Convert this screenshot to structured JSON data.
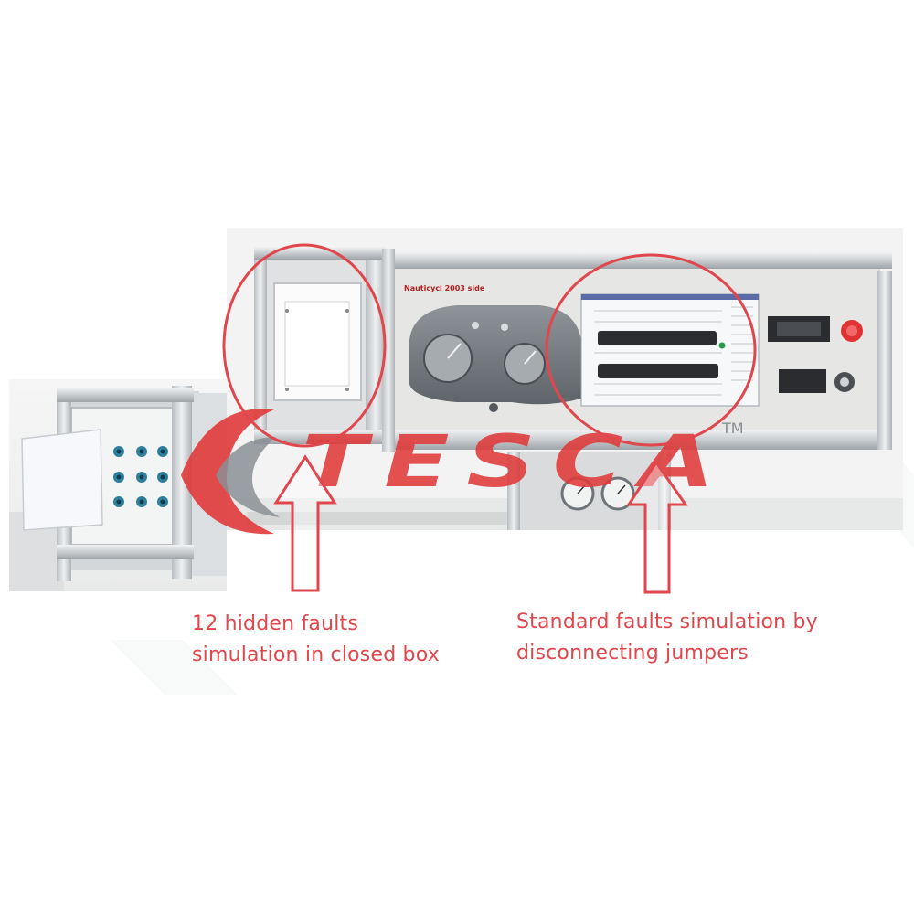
{
  "annotations": {
    "hidden_faults": {
      "line1": "12 hidden faults",
      "line2": "simulation in closed box"
    },
    "standard_faults": {
      "line1": "Standard faults simulation by",
      "line2": "disconnecting jumpers"
    }
  },
  "watermark": {
    "brand": "TESCA",
    "trademark": "TM"
  },
  "panel": {
    "model_label": "Nauticycl 2003 side"
  },
  "colors": {
    "annotation_red": "#e0474c",
    "watermark_red": "#e03a3a",
    "watermark_gray": "#8a8f94",
    "frame_aluminium": "#cfd3d6",
    "panel_face": "#e6e6e4"
  },
  "icons": {
    "highlight_shape": "ellipse-outline",
    "pointer_shape": "up-arrow-outline"
  }
}
